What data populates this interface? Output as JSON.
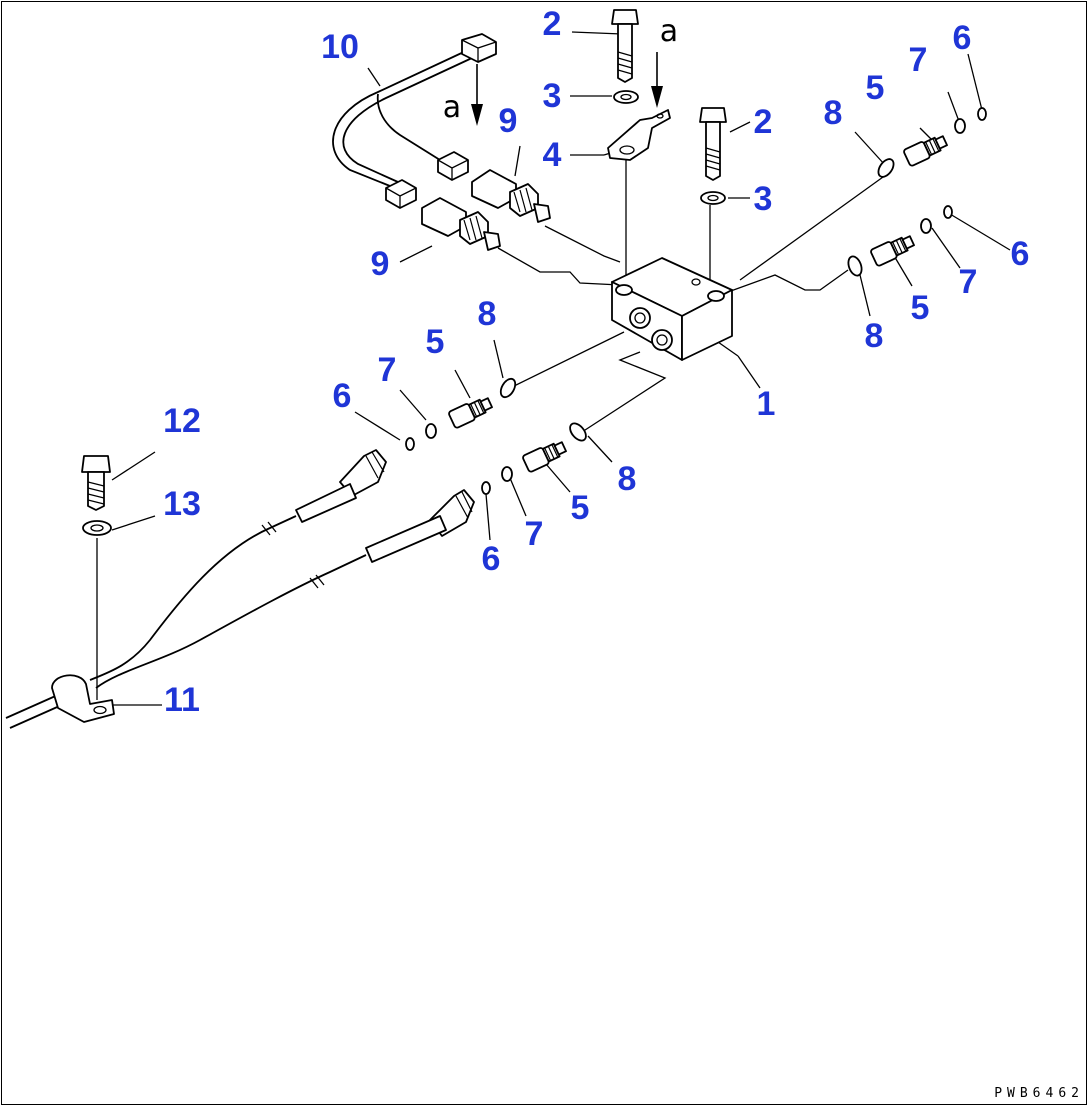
{
  "accent_color": "#1f35d6",
  "drawing_code": "PWB6462",
  "view_marks": {
    "left": "a",
    "right": "a"
  },
  "callouts": {
    "c1": "1",
    "c2a": "2",
    "c2b": "2",
    "c3a": "3",
    "c3b": "3",
    "c4": "4",
    "c5a": "5",
    "c5b": "5",
    "c5c": "5",
    "c5d": "5",
    "c6a": "6",
    "c6b": "6",
    "c6c": "6",
    "c6d": "6",
    "c7a": "7",
    "c7b": "7",
    "c7c": "7",
    "c7d": "7",
    "c8a": "8",
    "c8b": "8",
    "c8c": "8",
    "c8d": "8",
    "c9a": "9",
    "c9b": "9",
    "c10": "10",
    "c11": "11",
    "c12": "12",
    "c13": "13"
  }
}
